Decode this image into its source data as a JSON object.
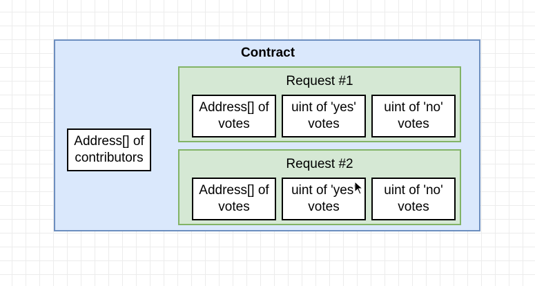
{
  "diagram": {
    "contract": {
      "title": "Contract"
    },
    "contributors_box": {
      "label": "Address[] of contributors"
    },
    "requests": [
      {
        "title": "Request #1",
        "fields": [
          "Address[] of votes",
          "uint of 'yes' votes",
          "uint of 'no' votes"
        ]
      },
      {
        "title": "Request #2",
        "fields": [
          "Address[] of votes",
          "uint of 'yes' votes",
          "uint of 'no' votes"
        ]
      }
    ]
  },
  "colors": {
    "contract_fill": "#dae8fc",
    "contract_stroke": "#6c8ebf",
    "request_fill": "#d5e8d4",
    "request_stroke": "#82b366",
    "box_fill": "#ffffff",
    "box_stroke": "#000000"
  },
  "icons": {
    "pointer": "mouse-cursor-icon"
  }
}
